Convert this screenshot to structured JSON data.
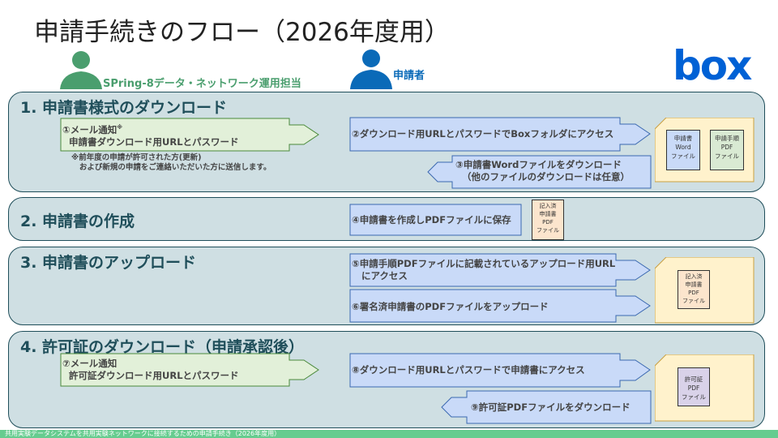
{
  "title": "申請手続きのフロー（2026年度用）",
  "roles": {
    "operator": "SPring-8データ・ネットワーク運用担当",
    "applicant": "申請者"
  },
  "logo": "box",
  "colors": {
    "operator": "#4a9e6e",
    "applicant": "#0a6ab8",
    "box": "#0061d5",
    "section_bg": "#cfdfe3",
    "green_arrow": "#e2f0d9",
    "blue_arrow": "#c9daf8",
    "folder": "#fff2cc"
  },
  "sections": [
    {
      "title": "1. 申請書様式のダウンロード"
    },
    {
      "title": "2. 申請書の作成"
    },
    {
      "title": "3. 申請書のアップロード"
    },
    {
      "title": "4. 許可証のダウンロード（申請承認後）"
    }
  ],
  "steps": {
    "s1": "①メール通知",
    "s1_mark": "※",
    "s1_sub": "  申請書ダウンロード用URLとパスワード",
    "s1_note": "※前年度の申請が許可された方(更新)\n   および新規の申請をご連絡いただいた方に送信します。",
    "s2": "②ダウンロード用URLとパスワードでBoxフォルダにアクセス",
    "s3": "③申請書Wordファイルをダウンロード\n  （他のファイルのダウンロードは任意）",
    "s4": "④申請書を作成しPDFファイルに保存",
    "s5": "⑤申請手順PDFファイルに記載されているアップロード用URL\n   にアクセス",
    "s6": "⑥署名済申請書のPDFファイルをアップロード",
    "s7": "⑦メール通知\n  許可証ダウンロード用URLとパスワード",
    "s8": "⑧ダウンロード用URLとパスワードで申請書にアクセス",
    "s9": "⑨許可証PDFファイルをダウンロード"
  },
  "files": {
    "word": "申請書\nWord\nファイル",
    "guide": "申請手順\nPDF\nファイル",
    "filled": "記入済\n申請書\nPDF\nファイル",
    "permit": "許可証\nPDF\nファイル"
  },
  "footer": "共用実験データシステムを共用実験ネットワークに接続するための申請手続き（2026年度用）"
}
